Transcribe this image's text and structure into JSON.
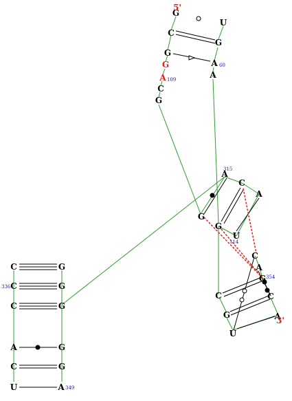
{
  "colors": {
    "backbone": "#2e9e2e",
    "base": "#000000",
    "highlight": "#e0201a",
    "number": "#1a1aa0",
    "tertiary": "#e0201a"
  },
  "labels": {
    "five_prime": "5'",
    "three_prime": "3'",
    "n60": "60",
    "n109": "109",
    "n315": "315",
    "n114": "114",
    "n354": "354",
    "n336": "336",
    "n349": "349"
  },
  "nucleotides": [
    {
      "id": "g1",
      "base": "G"
    },
    {
      "id": "c2",
      "base": "C"
    },
    {
      "id": "g3",
      "base": "G"
    },
    {
      "id": "g4",
      "base": "G",
      "highlight": true
    },
    {
      "id": "a5",
      "base": "A",
      "highlight": true
    },
    {
      "id": "c6",
      "base": "C"
    },
    {
      "id": "g7",
      "base": "G"
    },
    {
      "id": "u8",
      "base": "U"
    },
    {
      "id": "g9",
      "base": "G"
    },
    {
      "id": "a10",
      "base": "A"
    },
    {
      "id": "a11",
      "base": "A"
    },
    {
      "id": "a12",
      "base": "A"
    },
    {
      "id": "c13",
      "base": "C"
    },
    {
      "id": "a14",
      "base": "A"
    },
    {
      "id": "g15",
      "base": "G"
    },
    {
      "id": "g16",
      "base": "G"
    },
    {
      "id": "u17",
      "base": "U"
    },
    {
      "id": "c18",
      "base": "C"
    },
    {
      "id": "a19",
      "base": "A"
    },
    {
      "id": "g20",
      "base": "G"
    },
    {
      "id": "c21",
      "base": "C"
    },
    {
      "id": "c22",
      "base": "C"
    },
    {
      "id": "g23",
      "base": "G"
    },
    {
      "id": "u24",
      "base": "U"
    },
    {
      "id": "a25",
      "base": "A"
    },
    {
      "id": "c26",
      "base": "C"
    },
    {
      "id": "c27",
      "base": "C"
    },
    {
      "id": "c28",
      "base": "C"
    },
    {
      "id": "a29",
      "base": "A"
    },
    {
      "id": "c30",
      "base": "C"
    },
    {
      "id": "u31",
      "base": "U"
    },
    {
      "id": "g32",
      "base": "G"
    },
    {
      "id": "g33",
      "base": "G"
    },
    {
      "id": "g34",
      "base": "G"
    },
    {
      "id": "g35",
      "base": "G"
    },
    {
      "id": "g36",
      "base": "G"
    },
    {
      "id": "a37",
      "base": "A"
    }
  ]
}
